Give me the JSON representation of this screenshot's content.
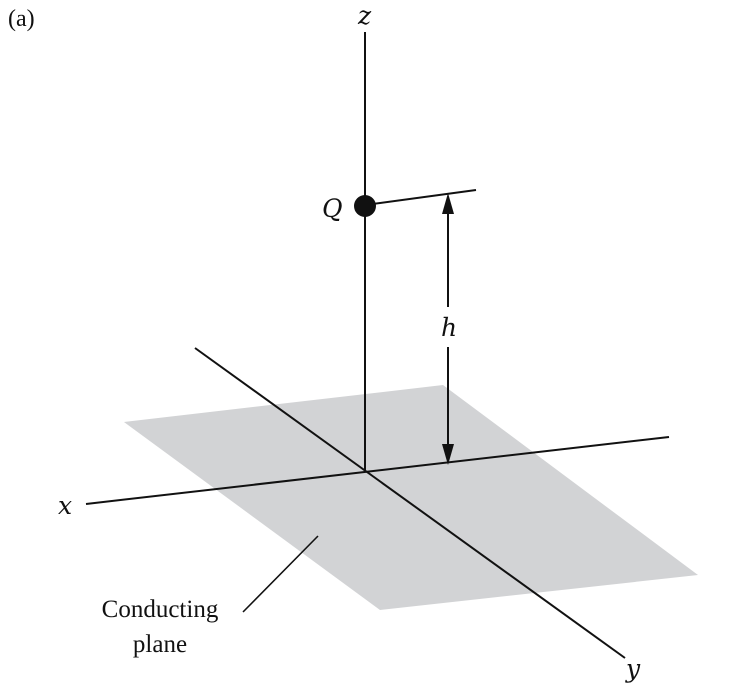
{
  "panel_label": "(a)",
  "axes": {
    "z": "z",
    "x": "x",
    "y": "y"
  },
  "charge_label": "Q",
  "height_label": "h",
  "plane_caption": {
    "line1": "Conducting",
    "line2": "plane"
  },
  "colors": {
    "plane": "#d2d3d5",
    "ink": "#111111",
    "background": "#ffffff"
  }
}
